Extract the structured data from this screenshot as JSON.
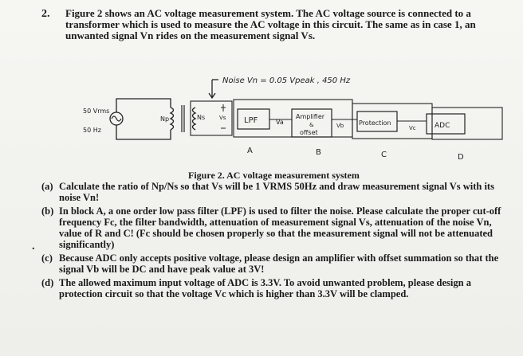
{
  "question": {
    "number": "2.",
    "intro": [
      "Figure 2 shows an AC voltage measurement system. The AC voltage source is connected to a",
      "transformer which is used to measure the AC voltage in this circuit. The same as in case 1, an",
      "unwanted signal Vn rides on the measurement signal Vs."
    ]
  },
  "diagram": {
    "noise_note": "Noise  Vn = 0.05 Vpeak , 450 Hz",
    "source_voltage": "50 Vrms",
    "source_freq": "50 Hz",
    "np_label": "Np",
    "ns_label": "Ns",
    "vs_label": "Vs",
    "lpf_label": "LPF",
    "va_label": "Va",
    "amp_label_1": "Amplifier",
    "amp_label_2": "&",
    "amp_label_3": "offset",
    "vb_label": "Vb",
    "prot_label": "Protection",
    "vc_label": "Vc",
    "adc_label": "ADC",
    "block_a": "A",
    "block_b": "B",
    "block_c": "C",
    "block_d": "D"
  },
  "caption": "Figure 2. AC voltage measurement system",
  "parts": [
    {
      "label": "(a)",
      "text": "Calculate the ratio of Np/Ns so that Vs will be 1 VRMS 50Hz and draw measurement signal Vs with its noise Vn!"
    },
    {
      "label": "(b)",
      "text": "In block A, a one order low pass filter (LPF) is used to filter the noise. Please calculate the proper cut-off frequency Fc, the filter bandwidth, attenuation of measurement signal Vs, attenuation of the noise Vn, value of R and C! (Fc should be chosen properly so that the measurement signal will not be attenuated significantly)"
    },
    {
      "label": "(c)",
      "text": "Because ADC only accepts positive voltage, please design an amplifier with offset summation so that the signal Vb will be DC and have peak value at 3V!"
    },
    {
      "label": "(d)",
      "text": "The allowed maximum input voltage of ADC is 3.3V. To avoid unwanted problem, please design a protection circuit so that the voltage Vc which is higher than 3.3V will be clamped."
    }
  ],
  "bullet": "."
}
